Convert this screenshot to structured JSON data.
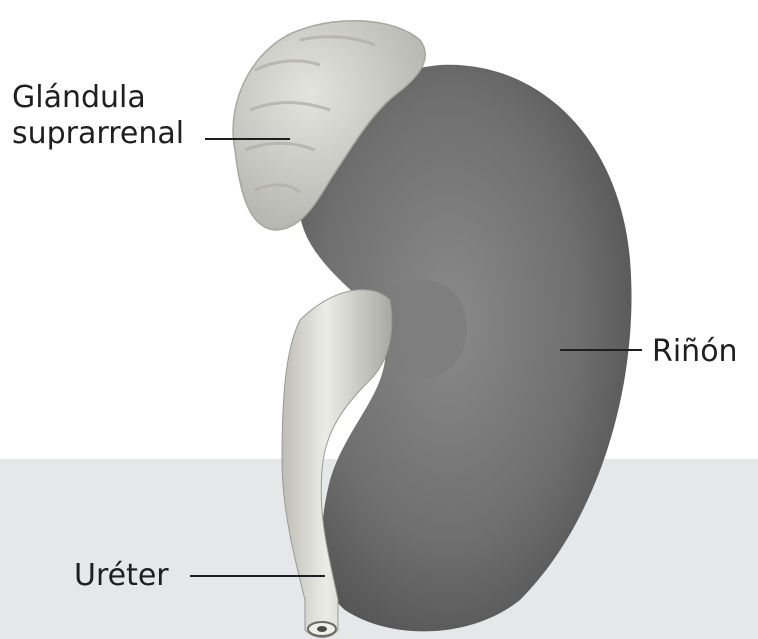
{
  "labels": {
    "adrenal_line1": "Glándula",
    "adrenal_line2": "suprarrenal",
    "kidney": "Riñón",
    "ureter": "Uréter"
  },
  "colors": {
    "band": "#e6e7e8",
    "kidney": "#6f6f6f",
    "adrenal": "#d2d2cc",
    "ureter": "#dcdcd6",
    "leader_line": "#1f1f1f"
  }
}
